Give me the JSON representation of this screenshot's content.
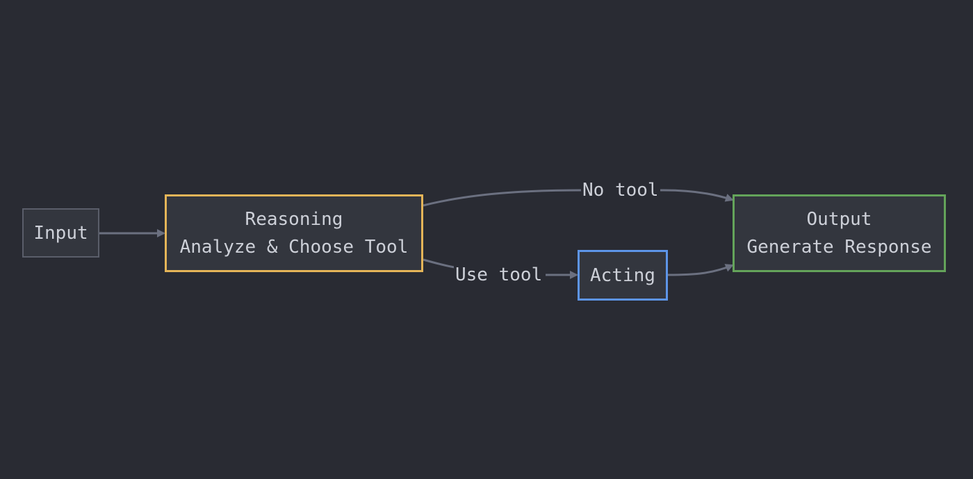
{
  "diagram": {
    "nodes": {
      "input": {
        "line1": "Input"
      },
      "reasoning": {
        "line1": "Reasoning",
        "line2": "Analyze & Choose Tool"
      },
      "acting": {
        "line1": "Acting"
      },
      "output": {
        "line1": "Output",
        "line2": "Generate Response"
      }
    },
    "edges": {
      "input_to_reasoning": {
        "label": ""
      },
      "reasoning_to_output": {
        "label": "No tool"
      },
      "reasoning_to_acting": {
        "label": "Use tool"
      },
      "acting_to_output": {
        "label": ""
      }
    },
    "colors": {
      "background": "#292b33",
      "node_fill": "#33363e",
      "text": "#cdd0d8",
      "edge": "#6b7080",
      "input_border": "#5a5e6a",
      "reasoning_border": "#e5b558",
      "acting_border": "#5d95e8",
      "output_border": "#64a45a"
    }
  }
}
